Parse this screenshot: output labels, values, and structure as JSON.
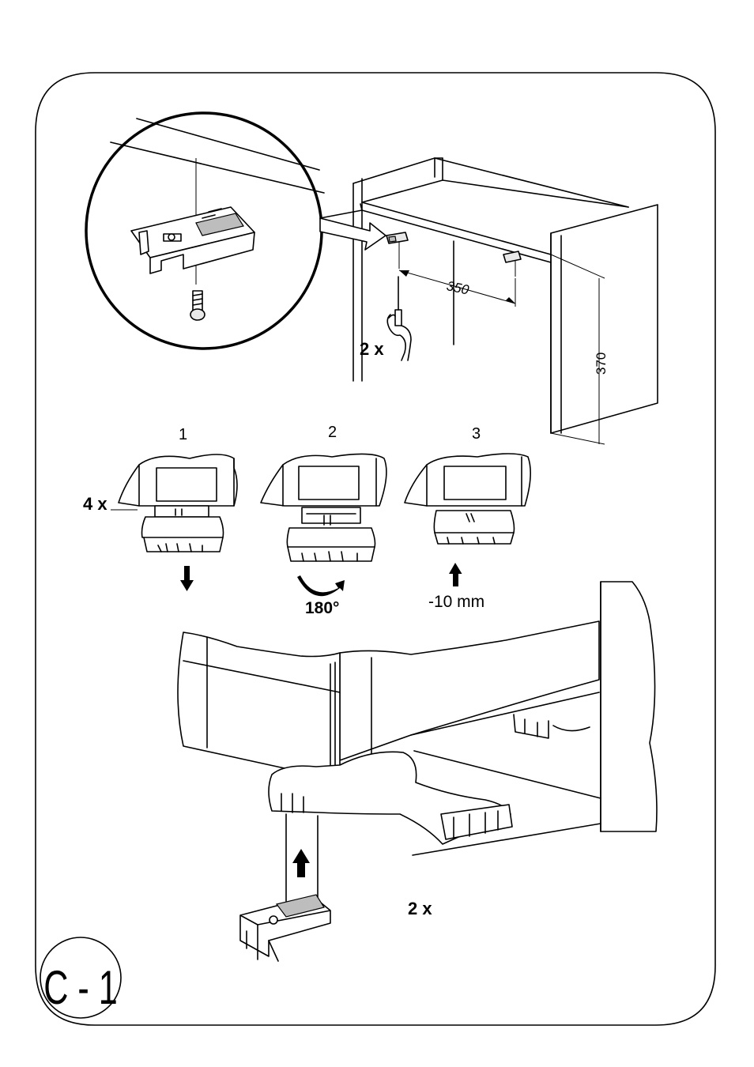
{
  "page_label": "C - 1",
  "top_section": {
    "quantity": "2 x",
    "dim_horizontal": "350",
    "dim_vertical": "370"
  },
  "steps": [
    {
      "number": "1",
      "caption": ""
    },
    {
      "number": "2",
      "caption": "180°"
    },
    {
      "number": "3",
      "caption": "-10 mm"
    }
  ],
  "feet_quantity": "4 x",
  "bottom_section": {
    "quantity": "2 x"
  },
  "icons": [
    "magnifier-detail",
    "screw",
    "screwdriver-hand",
    "down-arrow",
    "rotate-arrow",
    "up-arrow"
  ]
}
